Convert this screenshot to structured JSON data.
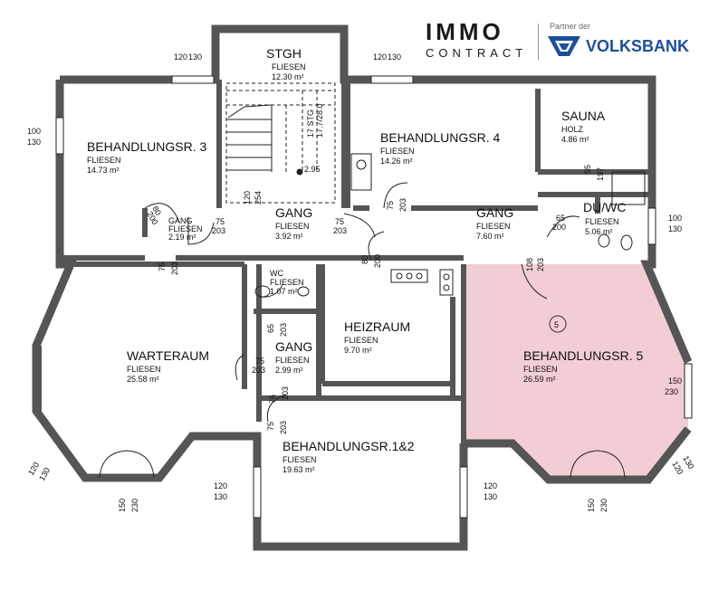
{
  "branding": {
    "immo_main": "IMMO",
    "immo_sub": "CONTRACT",
    "partner_label": "Partner der",
    "bank_name": "VOLKSBANK",
    "bank_color": "#1c4f9c"
  },
  "rooms": {
    "stgh": {
      "name": "STGH",
      "floor": "FLIESEN",
      "area": "12.30 m²"
    },
    "b3": {
      "name": "BEHANDLUNGSR. 3",
      "floor": "FLIESEN",
      "area": "14.73 m²"
    },
    "b4": {
      "name": "BEHANDLUNGSR. 4",
      "floor": "FLIESEN",
      "area": "14.26 m²"
    },
    "sauna": {
      "name": "SAUNA",
      "floor": "HOLZ",
      "area": "4.86 m²"
    },
    "gang_small": {
      "name": "GANG",
      "floor": "FLIESEN",
      "area": "2.19 m²"
    },
    "gang_mid": {
      "name": "GANG",
      "floor": "FLIESEN",
      "area": "3.92 m²"
    },
    "gang_right": {
      "name": "GANG",
      "floor": "FLIESEN",
      "area": "7.60 m²"
    },
    "duwc": {
      "name": "DU/WC",
      "floor": "FLIESEN",
      "area": "5.06 m²"
    },
    "wc": {
      "name": "WC",
      "floor": "FLIESEN",
      "area": "1.07 m²"
    },
    "gang_low": {
      "name": "GANG",
      "floor": "FLIESEN",
      "area": "2.99 m²"
    },
    "warte": {
      "name": "WARTERAUM",
      "floor": "FLIESEN",
      "area": "25.58 m²"
    },
    "heiz": {
      "name": "HEIZRAUM",
      "floor": "FLIESEN",
      "area": "9.70 m²"
    },
    "b5": {
      "name": "BEHANDLUNGSR. 5",
      "floor": "FLIESEN",
      "area": "26.59 m²"
    },
    "b12": {
      "name": "BEHANDLUNGSR.1&2",
      "floor": "FLIESEN",
      "area": "19.63 m²"
    }
  },
  "highlight": {
    "room_number": "5",
    "fill": "#f2cdd3",
    "stroke": "#c04058"
  },
  "stair_text": {
    "a": "17 STG",
    "b": "17.7/28.0",
    "c": "2.95"
  },
  "dims": {
    "w_top_a": "120",
    "w_top_b": "130",
    "w_top2_a": "120",
    "w_top2_b": "130",
    "w_left_a": "100",
    "w_left_b": "130",
    "w_right_a": "100",
    "w_right_b": "130",
    "d_stair_a": "120",
    "d_stair_b": "254",
    "d_b3_a": "80",
    "d_b3_b": "200",
    "d_gang1_a": "75",
    "d_gang1_b": "203",
    "d_gang2_a": "75",
    "d_gang2_b": "203",
    "d_b4_a": "75",
    "d_b4_b": "203",
    "d_heiz_a": "80",
    "d_heiz_b": "200",
    "d_b5_a": "108",
    "d_b5_b": "203",
    "d_duwc_a": "65",
    "d_duwc_b": "200",
    "d_sauna_a": "55",
    "d_sauna_b": "197",
    "d_wr_a": "75",
    "d_wr_b": "203",
    "d_wc_a": "65",
    "d_wc_b": "203",
    "d_gl_a": "75",
    "d_gl_b": "203",
    "d_gl2_a": "76",
    "d_gl2_b": "203",
    "d_b12_a": "75",
    "d_b12_b": "203",
    "w_wr_diag_a": "120",
    "w_wr_diag_b": "130",
    "w_wr_bot_a": "150",
    "w_wr_bot_b": "230",
    "w_b12_left_a": "120",
    "w_b12_left_b": "130",
    "w_b12_right_a": "120",
    "w_b12_right_b": "130",
    "w_b5_right_a": "150",
    "w_b5_right_b": "230",
    "w_b5_bot_a": "150",
    "w_b5_bot_b": "230",
    "w_b5_diag_a": "120",
    "w_b5_diag_b": "130"
  }
}
